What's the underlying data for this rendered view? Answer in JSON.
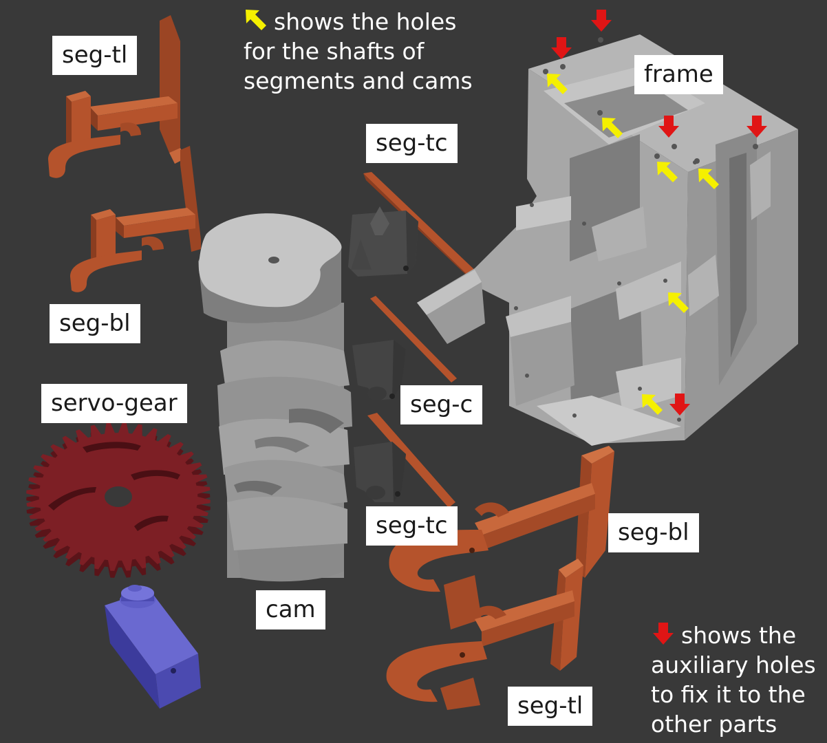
{
  "labels": {
    "seg_tl_top": "seg-tl",
    "seg_bl_top": "seg-bl",
    "servo_gear": "servo-gear",
    "seg_tc_top": "seg-tc",
    "frame": "frame",
    "seg_c": "seg-c",
    "seg_tc_bottom": "seg-tc",
    "cam": "cam",
    "seg_bl_bottom": "seg-bl",
    "seg_tl_bottom": "seg-tl"
  },
  "legend": {
    "yellow_line1": "shows the holes",
    "yellow_line2": "for the shafts of",
    "yellow_line3": "segments and cams",
    "red_line1": "shows the",
    "red_line2": "auxiliary holes",
    "red_line3": "to fix it to the",
    "red_line4": "other parts"
  },
  "colors": {
    "background": "#393939",
    "segment": "#b5532c",
    "frame": "#a9a9a9",
    "cam": "#9a9a9a",
    "gear": "#7d1f25",
    "servo": "#4b4ab0",
    "arrow_yellow": "#f5f000",
    "arrow_red": "#e01515"
  }
}
